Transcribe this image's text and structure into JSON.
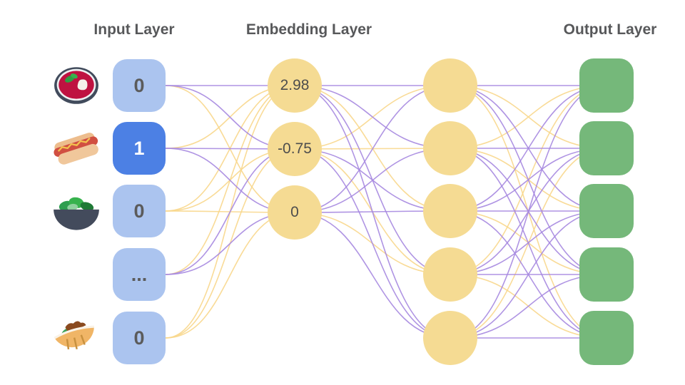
{
  "titles": {
    "input": "Input Layer",
    "embedding": "Embedding Layer",
    "output": "Output Layer"
  },
  "input_layer": {
    "nodes": [
      {
        "icon": "borscht-soup-icon",
        "value": "0",
        "active": false
      },
      {
        "icon": "hot-dog-icon",
        "value": "1",
        "active": true
      },
      {
        "icon": "salad-icon",
        "value": "0",
        "active": false
      },
      {
        "icon": "none",
        "value": "...",
        "active": false
      },
      {
        "icon": "pita-icon",
        "value": "0",
        "active": false
      }
    ]
  },
  "embedding_layer": {
    "nodes": [
      {
        "value": "2.98"
      },
      {
        "value": "-0.75"
      },
      {
        "value": "0"
      }
    ]
  },
  "hidden_layer": {
    "node_count": 5
  },
  "output_layer": {
    "node_count": 5
  },
  "colors": {
    "background": "#ffffff",
    "input_box_blue": "#abc4ef",
    "input_active_blue": "#4c80e4",
    "node_yellow": "#f5db93",
    "output_green": "#75b87a",
    "edge_purple": "#a688e0",
    "edge_yellow": "#f8d78c",
    "title_gray": "#57585a"
  },
  "edges": {
    "input_to_embedding": [
      {
        "from": 0,
        "to": 0,
        "color": "purple"
      },
      {
        "from": 0,
        "to": 1,
        "color": "purple"
      },
      {
        "from": 0,
        "to": 2,
        "color": "yellow"
      },
      {
        "from": 1,
        "to": 0,
        "color": "yellow"
      },
      {
        "from": 1,
        "to": 1,
        "color": "purple"
      },
      {
        "from": 1,
        "to": 2,
        "color": "purple"
      },
      {
        "from": 2,
        "to": 0,
        "color": "yellow"
      },
      {
        "from": 2,
        "to": 1,
        "color": "yellow"
      },
      {
        "from": 2,
        "to": 2,
        "color": "yellow"
      },
      {
        "from": 3,
        "to": 0,
        "color": "yellow"
      },
      {
        "from": 3,
        "to": 1,
        "color": "purple"
      },
      {
        "from": 3,
        "to": 2,
        "color": "purple"
      },
      {
        "from": 4,
        "to": 0,
        "color": "yellow"
      },
      {
        "from": 4,
        "to": 1,
        "color": "yellow"
      },
      {
        "from": 4,
        "to": 2,
        "color": "yellow"
      }
    ],
    "embedding_to_hidden": [
      {
        "from": 0,
        "to": 0,
        "color": "purple"
      },
      {
        "from": 0,
        "to": 1,
        "color": "purple"
      },
      {
        "from": 0,
        "to": 2,
        "color": "yellow"
      },
      {
        "from": 0,
        "to": 3,
        "color": "purple"
      },
      {
        "from": 0,
        "to": 4,
        "color": "purple"
      },
      {
        "from": 1,
        "to": 0,
        "color": "yellow"
      },
      {
        "from": 1,
        "to": 1,
        "color": "yellow"
      },
      {
        "from": 1,
        "to": 2,
        "color": "purple"
      },
      {
        "from": 1,
        "to": 3,
        "color": "yellow"
      },
      {
        "from": 1,
        "to": 4,
        "color": "purple"
      },
      {
        "from": 2,
        "to": 0,
        "color": "purple"
      },
      {
        "from": 2,
        "to": 1,
        "color": "purple"
      },
      {
        "from": 2,
        "to": 2,
        "color": "purple"
      },
      {
        "from": 2,
        "to": 3,
        "color": "yellow"
      },
      {
        "from": 2,
        "to": 4,
        "color": "purple"
      }
    ],
    "hidden_to_output": [
      {
        "from": 0,
        "to": 0,
        "color": "purple"
      },
      {
        "from": 0,
        "to": 1,
        "color": "yellow"
      },
      {
        "from": 0,
        "to": 2,
        "color": "purple"
      },
      {
        "from": 0,
        "to": 3,
        "color": "purple"
      },
      {
        "from": 0,
        "to": 4,
        "color": "yellow"
      },
      {
        "from": 1,
        "to": 0,
        "color": "yellow"
      },
      {
        "from": 1,
        "to": 1,
        "color": "purple"
      },
      {
        "from": 1,
        "to": 2,
        "color": "yellow"
      },
      {
        "from": 1,
        "to": 3,
        "color": "purple"
      },
      {
        "from": 1,
        "to": 4,
        "color": "purple"
      },
      {
        "from": 2,
        "to": 0,
        "color": "purple"
      },
      {
        "from": 2,
        "to": 1,
        "color": "purple"
      },
      {
        "from": 2,
        "to": 2,
        "color": "purple"
      },
      {
        "from": 2,
        "to": 3,
        "color": "yellow"
      },
      {
        "from": 2,
        "to": 4,
        "color": "purple"
      },
      {
        "from": 3,
        "to": 0,
        "color": "yellow"
      },
      {
        "from": 3,
        "to": 1,
        "color": "purple"
      },
      {
        "from": 3,
        "to": 2,
        "color": "purple"
      },
      {
        "from": 3,
        "to": 3,
        "color": "purple"
      },
      {
        "from": 3,
        "to": 4,
        "color": "yellow"
      },
      {
        "from": 4,
        "to": 0,
        "color": "purple"
      },
      {
        "from": 4,
        "to": 1,
        "color": "yellow"
      },
      {
        "from": 4,
        "to": 2,
        "color": "purple"
      },
      {
        "from": 4,
        "to": 3,
        "color": "purple"
      },
      {
        "from": 4,
        "to": 4,
        "color": "purple"
      }
    ]
  }
}
